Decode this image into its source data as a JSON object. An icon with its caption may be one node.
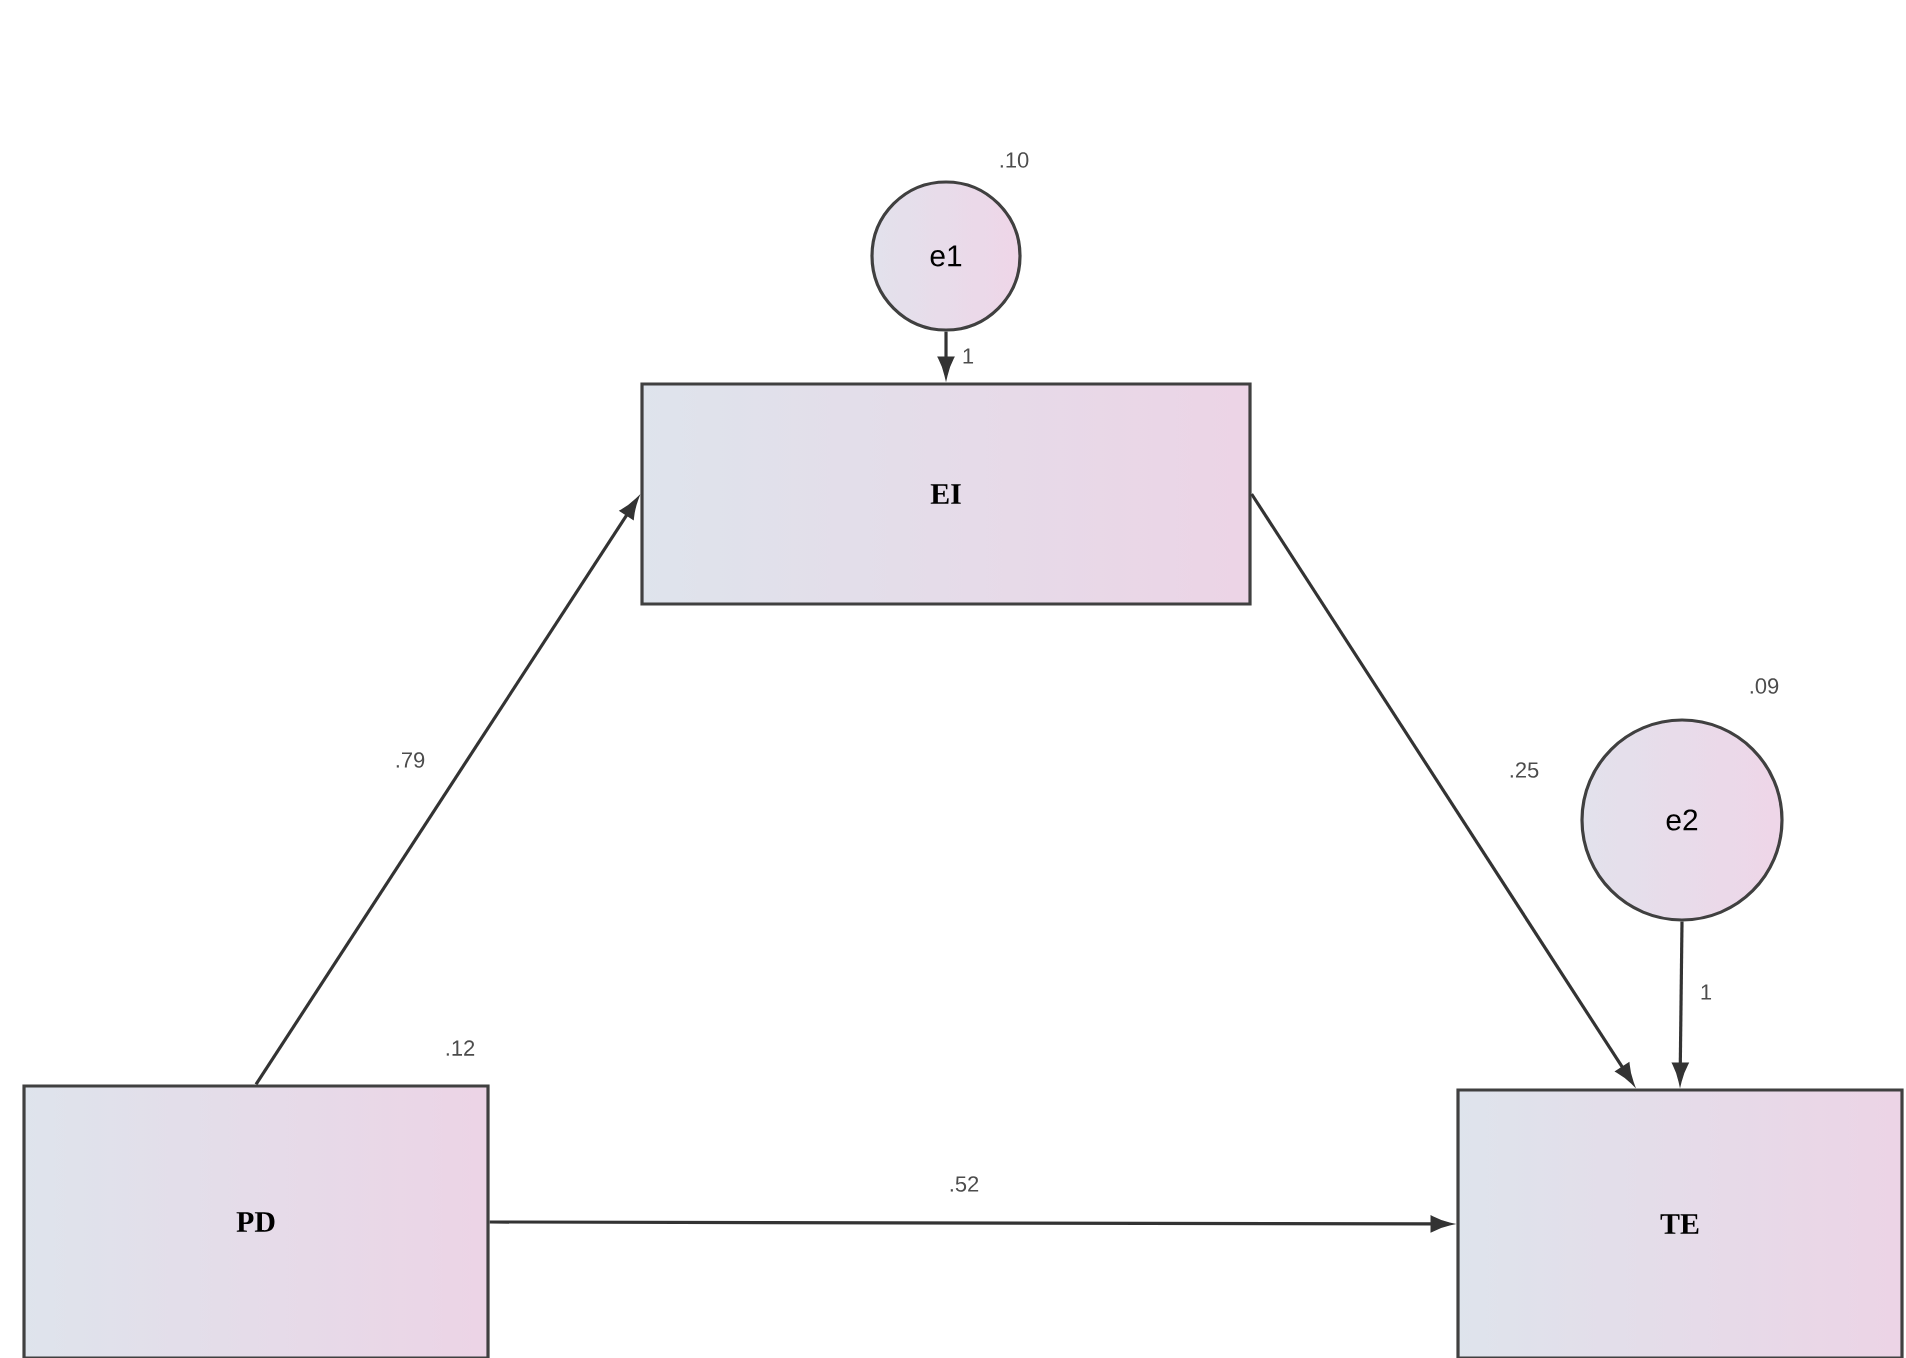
{
  "diagram": {
    "nodes": [
      {
        "text": [
          "e1"
        ],
        "beside": [
          ".10"
        ]
      },
      {
        "text": [
          "EI"
        ]
      },
      {
        "text": [
          "e2"
        ],
        "beside": [
          ".09"
        ]
      },
      {
        "text": [
          "PD"
        ],
        "beside": [
          ".12"
        ]
      },
      {
        "text": [
          "TE"
        ]
      }
    ],
    "edges": [
      {
        "from": 0,
        "to": 1,
        "arrow": "to",
        "label": "1"
      },
      {
        "from": 3,
        "to": 1,
        "arrow": "to",
        "label": ".79"
      },
      {
        "from": 1,
        "to": 4,
        "arrow": "to",
        "label": ".25"
      },
      {
        "from": 2,
        "to": 4,
        "arrow": "to",
        "label": "1"
      },
      {
        "from": 3,
        "to": 4,
        "arrow": "to",
        "label": ".52"
      }
    ]
  }
}
